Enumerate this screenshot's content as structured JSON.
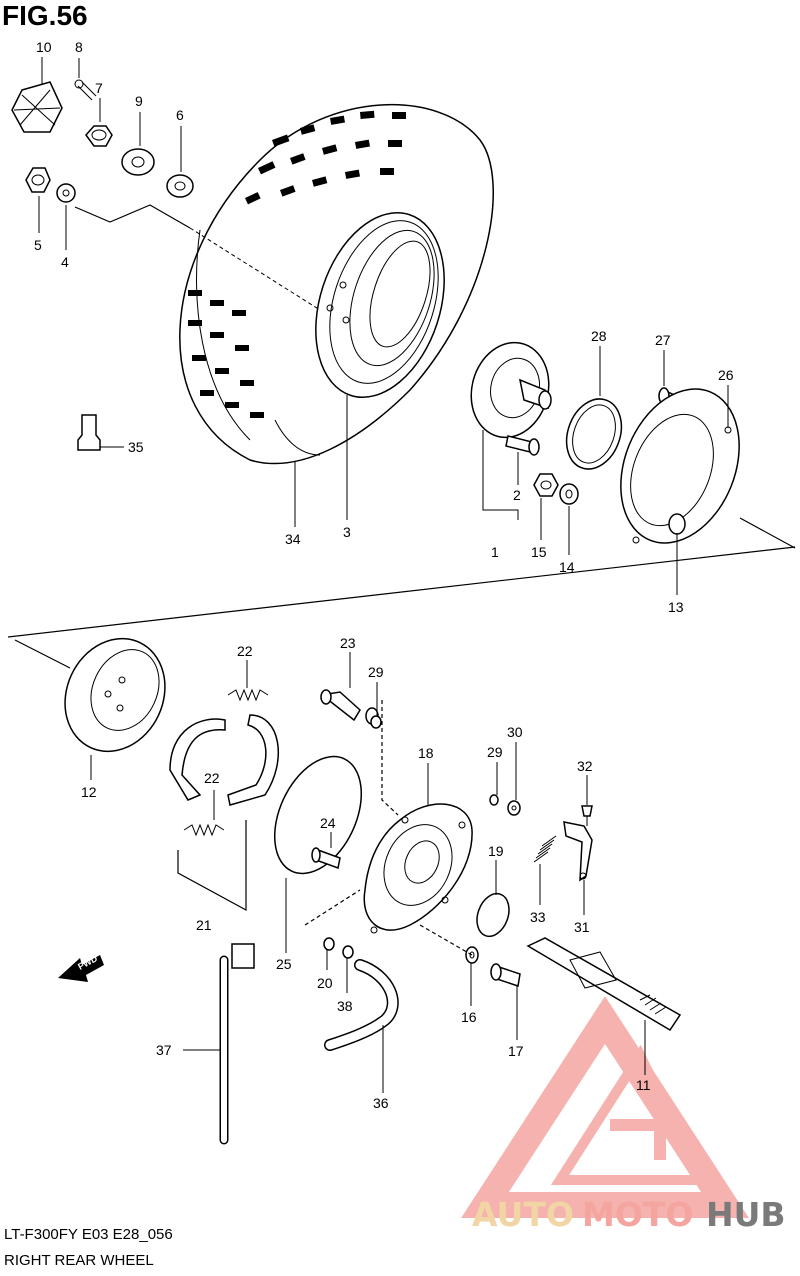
{
  "figure": {
    "title": "FIG.56",
    "caption_line1": "LT-F300FY E03 E28_056",
    "caption_line2": "RIGHT REAR WHEEL",
    "fwd_label": "FWD"
  },
  "watermark": {
    "word_part1": "AUTO",
    "word_part2": "MOTO",
    "word_part3": "HUB",
    "color_primary": "#f4a5a0",
    "color_secondary": "#f2d5a4",
    "color_dark": "#7a7a7a"
  },
  "callouts": [
    "10",
    "8",
    "7",
    "9",
    "6",
    "5",
    "4",
    "35",
    "34",
    "3",
    "28",
    "27",
    "26",
    "2",
    "1",
    "15",
    "14",
    "13",
    "23",
    "22",
    "29",
    "12",
    "22",
    "18",
    "30",
    "29",
    "32",
    "24",
    "19",
    "21",
    "20",
    "38",
    "25",
    "16",
    "17",
    "33",
    "31",
    "37",
    "36",
    "11"
  ]
}
